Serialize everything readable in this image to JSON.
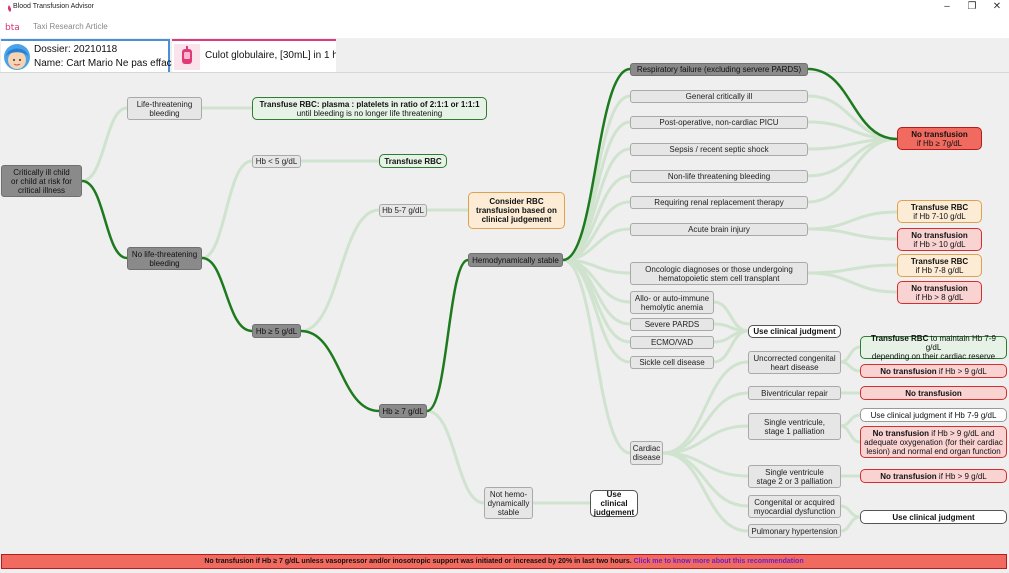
{
  "app": {
    "title": "Blood Transfusion Advisor",
    "subtitle": "Taxi Research Article",
    "logo_text": "bta"
  },
  "window_controls": {
    "minimize": "–",
    "maximize": "❐",
    "close": "✕"
  },
  "patient": {
    "dossier": "Dossier: 20210118",
    "name": "Name: Cart Mario Ne pas effacer"
  },
  "order": {
    "text": "Culot globulaire, [30mL] in 1 h ..."
  },
  "colors": {
    "branch": "#1e7a1e",
    "faded": "#cfe3cf",
    "accent_red": "#f06a5f"
  },
  "tree": {
    "root": {
      "l1": "Critically ill child",
      "l2": "or child at risk for",
      "l3": "critical illness"
    },
    "life_threatening": {
      "l1": "Life-threatening",
      "l2": "bleeding"
    },
    "transfuse_ratio": {
      "l1": "Transfuse RBC: plasma : platelets in ratio of 2:1:1 or 1:1:1",
      "l2": "until bleeding is no longer life threatening"
    },
    "no_life_threatening": {
      "l1": "No life-threatening",
      "l2": "bleeding"
    },
    "hb_lt5": "Hb < 5 g/dL",
    "transfuse_rbc": "Transfuse RBC",
    "hb_5_7": "Hb 5-7 g/dL",
    "consider_rbc": {
      "l1": "Consider RBC",
      "l2": "transfusion based on",
      "l3": "clinical judgement"
    },
    "hb_ge5": "Hb ≥ 5 g/dL",
    "hb_ge7": "Hb ≥ 7 g/dL",
    "hemo_stable": "Hemodynamically stable",
    "not_hemo": {
      "l1": "Not hemo-",
      "l2": "dynamically",
      "l3": "stable"
    },
    "use_clin_1": {
      "l1": "Use clinical",
      "l2": "judgement"
    },
    "resp_failure": "Respiratory failure (excluding servere PARDS)",
    "general_ill": "General critically ill",
    "postop": "Post-operative, non-cardiac PICU",
    "sepsis": "Sepsis / recent septic shock",
    "non_life_bleed": "Non-life threatening bleeding",
    "renal": "Requiring renal replacement therapy",
    "no_transfusion_7": {
      "l1": "No transfusion",
      "l2": "if Hb ≥ 7g/dL"
    },
    "brain": "Acute brain injury",
    "transfuse_7_10": {
      "l1": "Transfuse RBC",
      "l2": "if Hb 7-10 g/dL"
    },
    "no_transfusion_10": {
      "l1": "No transfusion",
      "l2": "if Hb > 10 g/dL"
    },
    "oncologic": {
      "l1": "Oncologic diagnoses or those undergoing",
      "l2": "hematopoietic stem cell transplant"
    },
    "transfuse_7_8": {
      "l1": "Transfuse RBC",
      "l2": "if Hb 7-8 g/dL"
    },
    "no_transfusion_8": {
      "l1": "No transfusion",
      "l2": "if Hb > 8 g/dL"
    },
    "allo": {
      "l1": "Allo- or auto-immune",
      "l2": "hemolytic anemia"
    },
    "severe_pards": "Severe PARDS",
    "ecmo": "ECMO/VAD",
    "sickle": "Sickle cell disease",
    "use_clin_2": "Use clinical judgment",
    "cardiac": {
      "l1": "Cardiac",
      "l2": "disease"
    },
    "uncorrected": {
      "l1": "Uncorrected congenital",
      "l2": "heart disease"
    },
    "transfuse_7_9": {
      "l1a": "Transfuse RBC",
      "l1b": " to maintain Hb 7-9 g/dL",
      "l2": "depending on their cardiac reserve"
    },
    "no_transfusion_9a": {
      "b": "No transfusion",
      "t": " if Hb > 9 g/dL"
    },
    "biventricular": "Biventricular repair",
    "no_transfusion_plain": "No transfusion",
    "single_v1": {
      "l1": "Single ventricule,",
      "l2": "stage 1 palliation"
    },
    "use_clin_7_9": "Use clinical judgment if Hb 7-9 g/dL",
    "no_transfusion_adeq": {
      "b": "No transfusion",
      "t1": " if Hb > 9 g/dL and",
      "l2": "adequate oxygenation (for their cardiac",
      "l3": "lesion) and normal end organ function"
    },
    "single_v2": {
      "l1": "Single ventricule",
      "l2": "stage 2 or 3 palliation"
    },
    "no_transfusion_9b": {
      "b": "No transfusion",
      "t": " if Hb > 9 g/dL"
    },
    "congenital": {
      "l1": "Congenital or acquired",
      "l2": "myocardial dysfunction"
    },
    "pulmonary": "Pulmonary hypertension",
    "use_clin_3": "Use clinical judgment"
  },
  "banner": {
    "text": "No transfusion if Hb ≥ 7 g/dL unless vasopressor and/or inosotropic support was initiated or increased by 20% in last two hours.",
    "link": "Click me to know more about this recommendation"
  }
}
